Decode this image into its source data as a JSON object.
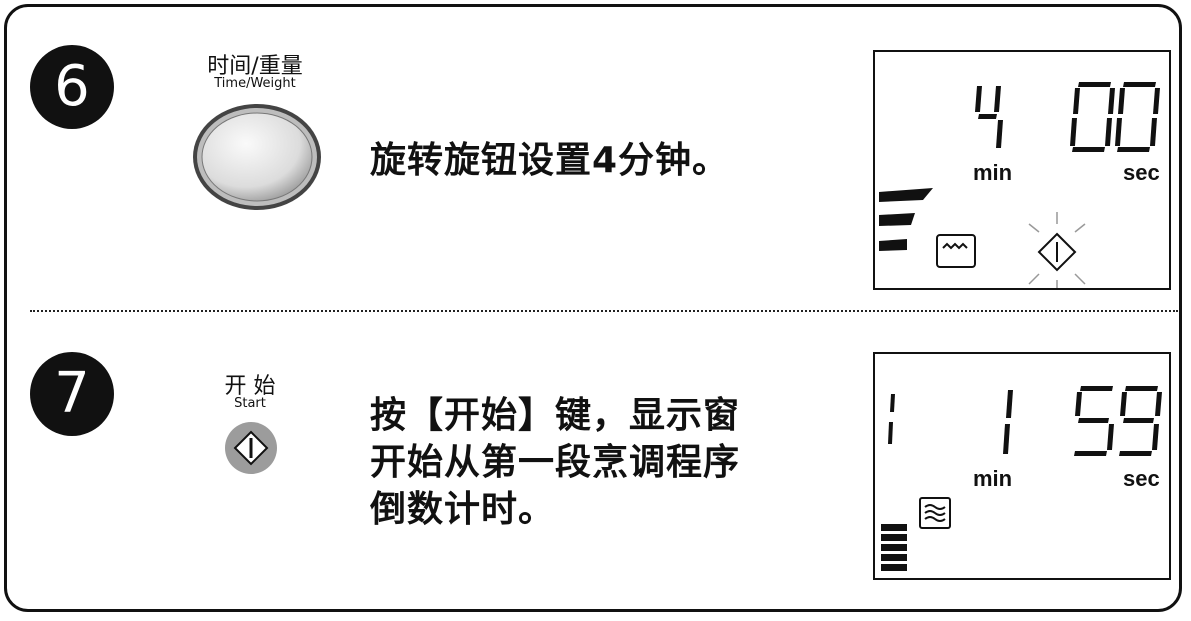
{
  "step6": {
    "number": "6",
    "control_label_zh": "时间/重量",
    "control_label_en": "Time/Weight",
    "control_icon": "knob-icon",
    "instruction": "旋转旋钮设置4分钟。",
    "display": {
      "digits_left": "4",
      "digits_right": "00",
      "unit_min": "min",
      "unit_sec": "sec",
      "mode_icon": "oven-grill-icon",
      "start_indicator": "start-blinking-icon",
      "power_level_bars": 3
    }
  },
  "step7": {
    "number": "7",
    "control_label_zh": "开 始",
    "control_label_en": "Start",
    "control_icon": "start-button-icon",
    "instruction_lines": [
      "按【开始】键，显示窗",
      "开始从第一段烹调程序",
      "倒数计时。"
    ],
    "display": {
      "digits_left": "1",
      "digits_right": "59",
      "unit_min": "min",
      "unit_sec": "sec",
      "mode_icon": "microwave-icon",
      "power_level_bars": 5
    }
  }
}
